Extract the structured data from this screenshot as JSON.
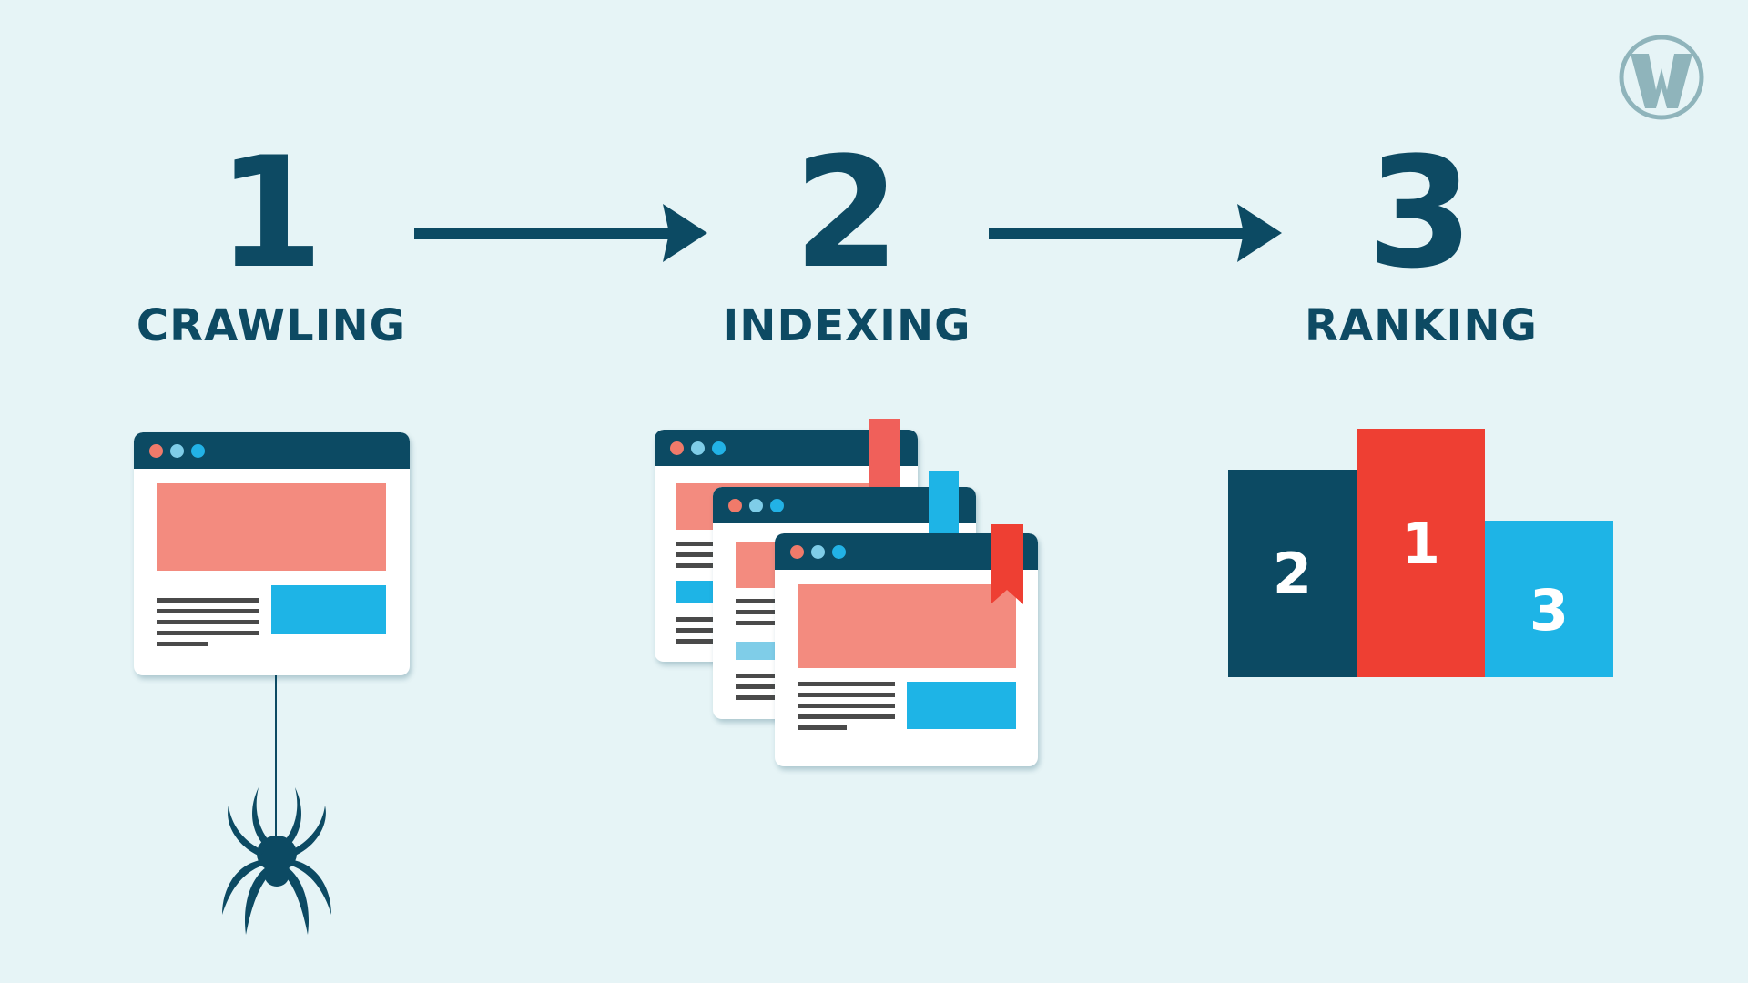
{
  "steps": [
    {
      "number": "1",
      "label": "CRAWLING"
    },
    {
      "number": "2",
      "label": "INDEXING"
    },
    {
      "number": "3",
      "label": "RANKING"
    }
  ],
  "podium": {
    "first": "1",
    "second": "2",
    "third": "3"
  },
  "logo": {
    "letter": "W"
  },
  "colors": {
    "background": "#e6f4f6",
    "primary_dark": "#0c4a63",
    "accent_red": "#ee3f33",
    "accent_blue": "#1eb4e6",
    "accent_pink": "#f38b7f"
  },
  "icons": [
    "browser-window-icon",
    "spider-icon",
    "stacked-indexed-pages-icon",
    "bookmark-icon",
    "podium-icon",
    "logo-icon",
    "arrow-right-icon"
  ]
}
